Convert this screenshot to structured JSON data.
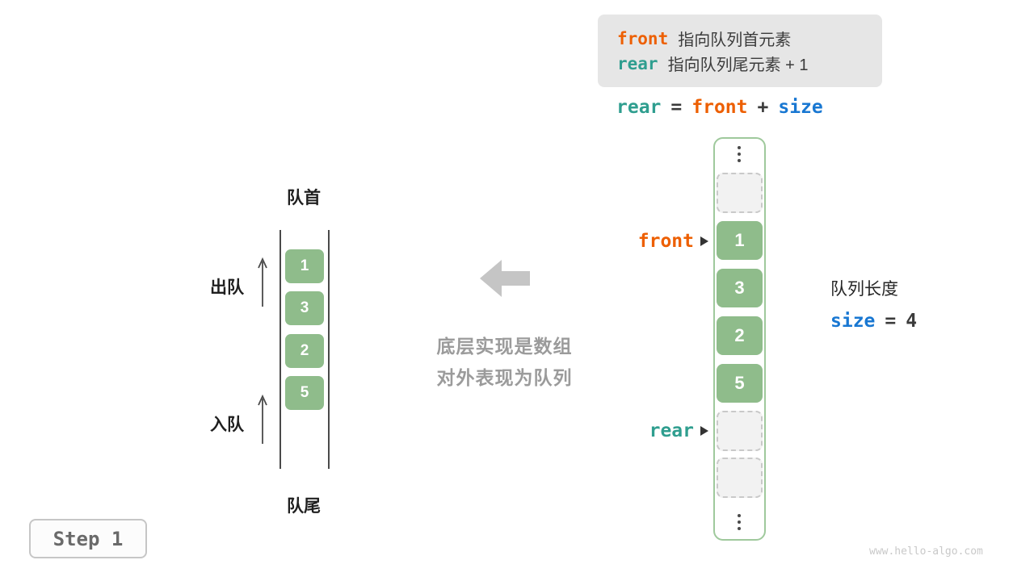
{
  "colors": {
    "front_orange": "#ED5F02",
    "rear_teal": "#2F9E8F",
    "size_blue": "#1877D2",
    "cell_green": "#8FBC8B",
    "legend_bg": "#E6E6E6"
  },
  "legend": {
    "line1": {
      "keyword": "front",
      "text": "指向队列首元素"
    },
    "line2": {
      "keyword": "rear",
      "text": "指向队列尾元素 + 1"
    }
  },
  "formula": {
    "lhs": "rear",
    "eq": "=",
    "a": "front",
    "op": "+",
    "b": "size"
  },
  "array_view": {
    "front_pointer": "front",
    "rear_pointer": "rear",
    "cells": [
      {
        "value": "",
        "type": "empty"
      },
      {
        "value": "1",
        "type": "filled"
      },
      {
        "value": "3",
        "type": "filled"
      },
      {
        "value": "2",
        "type": "filled"
      },
      {
        "value": "5",
        "type": "filled"
      },
      {
        "value": "",
        "type": "empty"
      },
      {
        "value": "",
        "type": "empty"
      }
    ]
  },
  "size_info": {
    "title": "队列长度",
    "keyword": "size",
    "eq": "=",
    "value": "4"
  },
  "queue_view": {
    "top_label": "队首",
    "bottom_label": "队尾",
    "dequeue_label": "出队",
    "enqueue_label": "入队",
    "values": [
      "1",
      "3",
      "2",
      "5"
    ]
  },
  "caption": {
    "line1": "底层实现是数组",
    "line2": "对外表现为队列"
  },
  "step_badge": {
    "label": "Step 1"
  },
  "watermark": "www.hello-algo.com"
}
